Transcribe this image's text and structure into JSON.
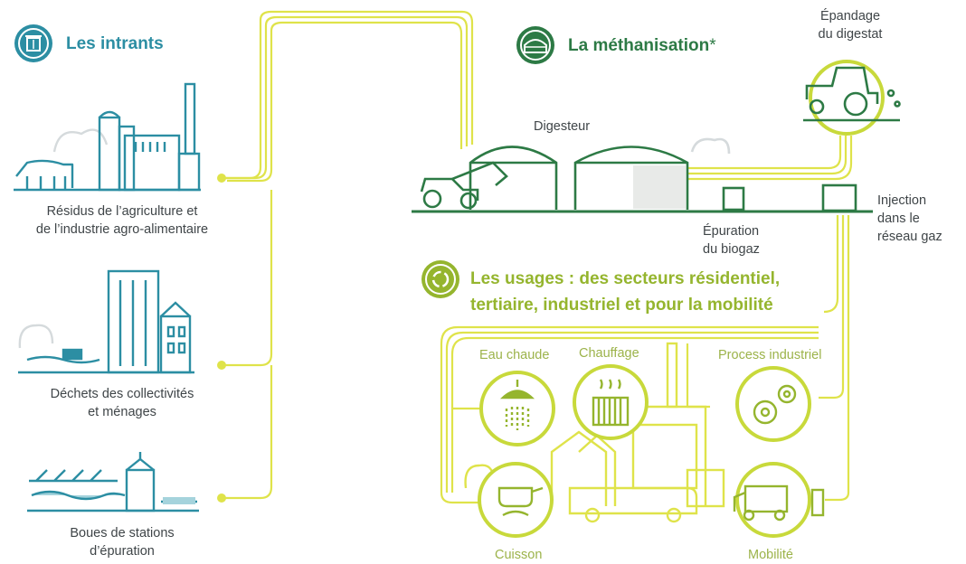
{
  "colors": {
    "teal": "#2c8ea3",
    "dark_green": "#2d7a45",
    "yellow_line": "#dfe34a",
    "lime_icon": "#c8d93b",
    "usage_green": "#95b52e",
    "text_grey": "#3f4548"
  },
  "intrants": {
    "title": "Les intrants",
    "icon": "trash-icon",
    "items": [
      {
        "line1": "Résidus de l’agriculture et",
        "line2": "de l’industrie agro-alimentaire"
      },
      {
        "line1": "Déchets des collectivités",
        "line2": "et ménages"
      },
      {
        "line1": "Boues de stations",
        "line2": "d’épuration"
      }
    ]
  },
  "methanisation": {
    "title": "La méthanisation",
    "asterisk": "*",
    "icon": "digester-icon",
    "digesteur": "Digesteur",
    "epuration": {
      "line1": "Épuration",
      "line2": "du biogaz"
    },
    "injection": {
      "line1": "Injection",
      "line2": "dans le",
      "line3": "réseau gaz"
    },
    "epandage": {
      "line1": "Épandage",
      "line2": "du digestat"
    }
  },
  "usages": {
    "title_line1": "Les usages : des secteurs résidentiel,",
    "title_line2": "tertiaire, industriel et pour la mobilité",
    "icon": "recycle-icon",
    "items": {
      "eau_chaude": "Eau chaude",
      "chauffage": "Chauffage",
      "process": "Process industriel",
      "cuisson": "Cuisson",
      "mobilite": "Mobilité"
    }
  }
}
